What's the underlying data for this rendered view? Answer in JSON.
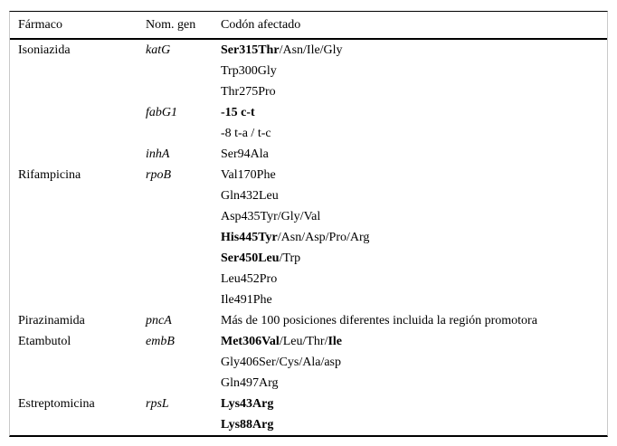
{
  "colors": {
    "background": "#ffffff",
    "text": "#000000",
    "rule": "#000000",
    "side_border": "#c9c9c9"
  },
  "table": {
    "columns": [
      {
        "label": "Fármaco"
      },
      {
        "label": "Nom. gen"
      },
      {
        "label": "Codón afectado"
      }
    ],
    "rows": [
      {
        "drug": "Isoniazida",
        "gene": "katG",
        "codon": [
          {
            "t": "Ser315Thr",
            "b": true
          },
          {
            "t": "/Asn/Ile/Gly",
            "b": false
          }
        ]
      },
      {
        "drug": "",
        "gene": "",
        "codon": [
          {
            "t": "Trp300Gly",
            "b": false
          }
        ]
      },
      {
        "drug": "",
        "gene": "",
        "codon": [
          {
            "t": "Thr275Pro",
            "b": false
          }
        ]
      },
      {
        "drug": "",
        "gene": "fabG1",
        "codon": [
          {
            "t": "-15 c-t",
            "b": true
          }
        ]
      },
      {
        "drug": "",
        "gene": "",
        "codon": [
          {
            "t": "-8 t-a / t-c",
            "b": false
          }
        ]
      },
      {
        "drug": "",
        "gene": "inhA",
        "codon": [
          {
            "t": "Ser94Ala",
            "b": false
          }
        ]
      },
      {
        "drug": "Rifampicina",
        "gene": "rpoB",
        "codon": [
          {
            "t": "Val170Phe",
            "b": false
          }
        ]
      },
      {
        "drug": "",
        "gene": "",
        "codon": [
          {
            "t": "Gln432Leu",
            "b": false
          }
        ]
      },
      {
        "drug": "",
        "gene": "",
        "codon": [
          {
            "t": "Asp435Tyr/Gly/Val",
            "b": false
          }
        ]
      },
      {
        "drug": "",
        "gene": "",
        "codon": [
          {
            "t": "His445Tyr",
            "b": true
          },
          {
            "t": "/Asn/Asp/Pro/Arg",
            "b": false
          }
        ]
      },
      {
        "drug": "",
        "gene": "",
        "codon": [
          {
            "t": "Ser450Leu",
            "b": true
          },
          {
            "t": "/Trp",
            "b": false
          }
        ]
      },
      {
        "drug": "",
        "gene": "",
        "codon": [
          {
            "t": "Leu452Pro",
            "b": false
          }
        ]
      },
      {
        "drug": "",
        "gene": "",
        "codon": [
          {
            "t": "Ile491Phe",
            "b": false
          }
        ]
      },
      {
        "drug": "Pirazinamida",
        "gene": "pncA",
        "codon": [
          {
            "t": "Más de 100 posiciones diferentes incluida la región promotora",
            "b": false
          }
        ]
      },
      {
        "drug": "Etambutol",
        "gene": "embB",
        "codon": [
          {
            "t": "Met306Val",
            "b": true
          },
          {
            "t": "/Leu/Thr/",
            "b": false
          },
          {
            "t": "Ile",
            "b": true
          }
        ]
      },
      {
        "drug": "",
        "gene": "",
        "codon": [
          {
            "t": "Gly406Ser/Cys/Ala/asp",
            "b": false
          }
        ]
      },
      {
        "drug": "",
        "gene": "",
        "codon": [
          {
            "t": "Gln497Arg",
            "b": false
          }
        ]
      },
      {
        "drug": "Estreptomicina",
        "gene": "rpsL",
        "codon": [
          {
            "t": "Lys43Arg",
            "b": true
          }
        ]
      },
      {
        "drug": "",
        "gene": "",
        "codon": [
          {
            "t": "Lys88Arg",
            "b": true
          }
        ]
      }
    ]
  }
}
